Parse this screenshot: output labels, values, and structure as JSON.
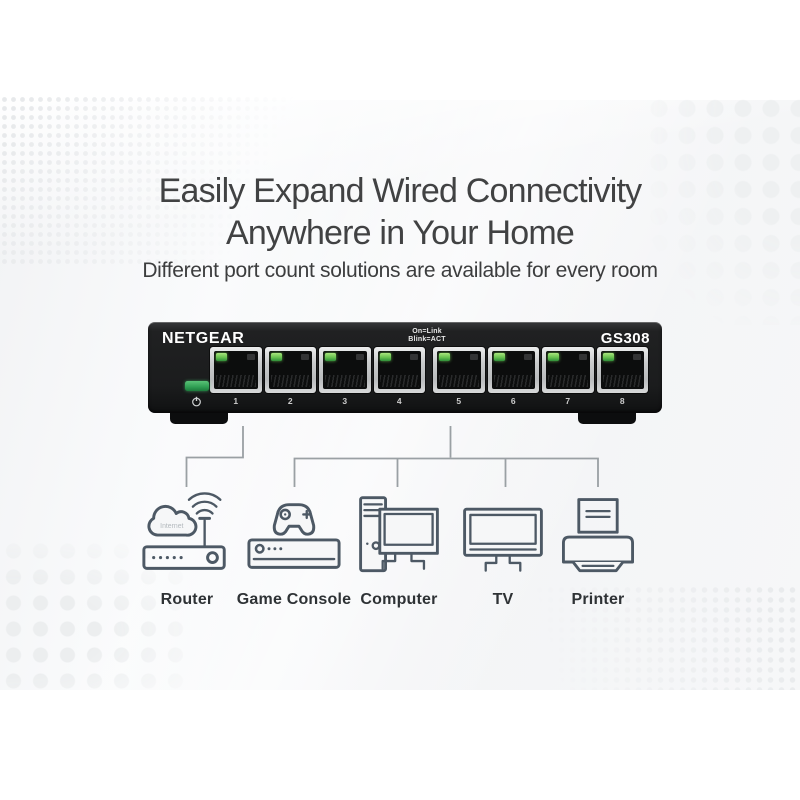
{
  "hero": {
    "headline_line1": "Easily Expand Wired Connectivity",
    "headline_line2": "Anywhere in Your Home",
    "subheadline": "Different port count solutions are available for every room"
  },
  "switch": {
    "brand": "NETGEAR",
    "model": "GS308",
    "led_legend_line1": "On=Link",
    "led_legend_line2": "Blink=ACT",
    "ports": [
      "1",
      "2",
      "3",
      "4",
      "5",
      "6",
      "7",
      "8"
    ],
    "power_symbol": "power-icon"
  },
  "connections": {
    "router_cloud_label": "Internet",
    "devices": [
      {
        "label": "Router",
        "icon": "router-icon"
      },
      {
        "label": "Game Console",
        "icon": "game-console-icon"
      },
      {
        "label": "Computer",
        "icon": "computer-icon"
      },
      {
        "label": "TV",
        "icon": "tv-icon"
      },
      {
        "label": "Printer",
        "icon": "printer-icon"
      }
    ]
  },
  "colors": {
    "switch_body": "#1b1c1d",
    "port_led_green": "#67c24f",
    "power_led_green": "#2f9e53",
    "connector_line": "#9aa0a4",
    "icon_stroke": "#4d5965",
    "headline_text": "#414243",
    "label_text": "#2e3235"
  }
}
